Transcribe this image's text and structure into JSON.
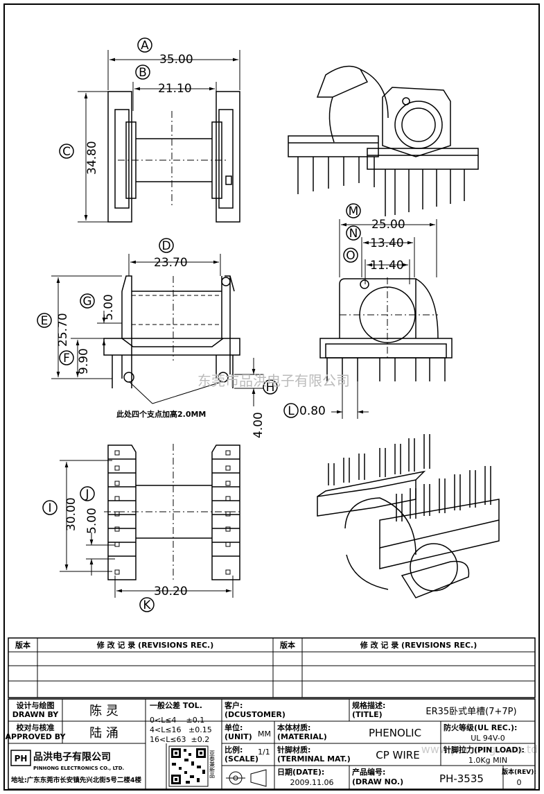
{
  "drawing": {
    "watermark": "东莞市品洪电子有限公司",
    "watermark_url": "www.pinhong.com.td",
    "note": "此处四个支点加高2.0MM"
  },
  "dimensions": {
    "A": {
      "letter": "A",
      "value": "35.00"
    },
    "B": {
      "letter": "B",
      "value": "21.10"
    },
    "C": {
      "letter": "C",
      "value": "34.80"
    },
    "D": {
      "letter": "D",
      "value": "23.70"
    },
    "E": {
      "letter": "E",
      "value": "25.70"
    },
    "F": {
      "letter": "F",
      "value": "9.90"
    },
    "G": {
      "letter": "G",
      "value": "5.00"
    },
    "H": {
      "letter": "H",
      "value": "4.00"
    },
    "I": {
      "letter": "I",
      "value": "30.00"
    },
    "J": {
      "letter": "J",
      "value": "5.00"
    },
    "K": {
      "letter": "K",
      "value": "30.20"
    },
    "L": {
      "letter": "L",
      "value": "0.80"
    },
    "M": {
      "letter": "M",
      "value": "25.00"
    },
    "N": {
      "letter": "N",
      "value": "13.40"
    },
    "O": {
      "letter": "O",
      "value": "11.40"
    }
  },
  "revisions": {
    "col_version": "版本",
    "col_record": "修 改 记 录 (REVISIONS REC.)",
    "col_version2": "版本",
    "col_record2": "修 改 记 录 (REVISIONS REC.)"
  },
  "titleblock": {
    "drawn_label_cn": "设计与绘图",
    "drawn_label_en": "DRAWN BY",
    "drawn_value": "陈 灵",
    "approved_label_cn": "校对与核准",
    "approved_label_en": "APPROVED BY",
    "approved_value": "陆 涌",
    "tol_title": "一般公差 TOL.",
    "tol_row1": "0<L≤4    ±0.1",
    "tol_row2": "4<L≤16   ±0.15",
    "tol_row3": "16<L≤63  ±0.2",
    "customer_label_cn": "客户:",
    "customer_label_en": "(DCUSTOMER)",
    "title_label_cn": "规格描述:",
    "title_label_en": "(TITLE)",
    "title_value": "ER35卧式单槽(7+7P)",
    "unit_label_cn": "单位:",
    "unit_label_en": "(UNIT)",
    "unit_value": "MM",
    "material_label_cn": "本体材质:",
    "material_label_en": "(MATERIAL)",
    "material_value": "PHENOLIC",
    "flame_label": "防火等级(UL REC.):",
    "flame_value": "UL 94V-0",
    "scale_label_cn": "比例:",
    "scale_label_en": "(SCALE)",
    "scale_value": "1/1",
    "terminal_label_cn": "针脚材质:",
    "terminal_label_en": "(TERMINAL MAT.)",
    "terminal_value": "CP WIRE",
    "pinload_label": "针脚拉力(PIN LOAD):",
    "pinload_value": "1.0Kg MIN",
    "date_label_cn": "日期(DATE):",
    "date_value": "2009.11.06",
    "drawno_label_cn": "产品编号:",
    "drawno_label_en": "(DRAW NO.)",
    "drawno_value": "PH-3535",
    "rev_label": "版本(REV):",
    "rev_value": "0",
    "company_logo": "PH",
    "company_name": "品洪电子有限公司",
    "company_en": "PINHONG ELECTRONICS CO., LTD.",
    "address": "地址:广东东莞市长安镇先兴北街5号二楼4楼",
    "qr_side_text": "亚泰兼新品"
  }
}
